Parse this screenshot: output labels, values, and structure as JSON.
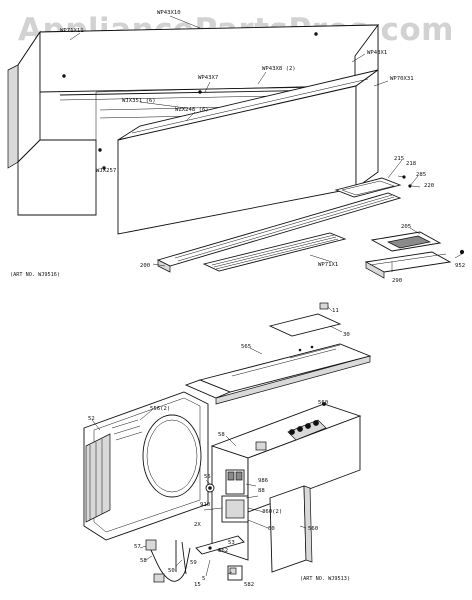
{
  "watermark": "AppliancePartsPros.com",
  "upper_assembly": {
    "art_number": "(ART NO. WJ9516)",
    "labels": {
      "wp43x10": "WP43X10",
      "top_left": "WP71X11",
      "wp43x1": "WP43X1",
      "wp43x7": "WP43X7",
      "wp43x8": "WP43X8 (2)",
      "wp70x31": "WP70X31",
      "wjx351": "WJX351 (6)",
      "wzx248": "WZX248 (6)",
      "wjx257": "WJX257",
      "p215": "215",
      "p218": "218",
      "p285": "285",
      "p220": "220",
      "p205": "205",
      "p200": "200",
      "wp71x1": "WP71X1",
      "p952": "952",
      "p290": "290"
    }
  },
  "lower_assembly": {
    "art_number": "(ART NO. WJ9513)",
    "labels": {
      "p11": "11",
      "p30": "30",
      "p565": "565",
      "p52": "52",
      "p55612": "556(2)",
      "p560": "560",
      "p58": "58",
      "p55": "55",
      "p986": "986",
      "p88": "88",
      "p3602": "360(2)",
      "p910": "910",
      "p2x": "2X",
      "p60": "60",
      "p57": "57",
      "p58b": "58",
      "p362": "362",
      "p53": "53",
      "p59": "59",
      "p50": "50",
      "p5": "5",
      "p560b": "560",
      "p582": "582",
      "p15": "15"
    }
  }
}
